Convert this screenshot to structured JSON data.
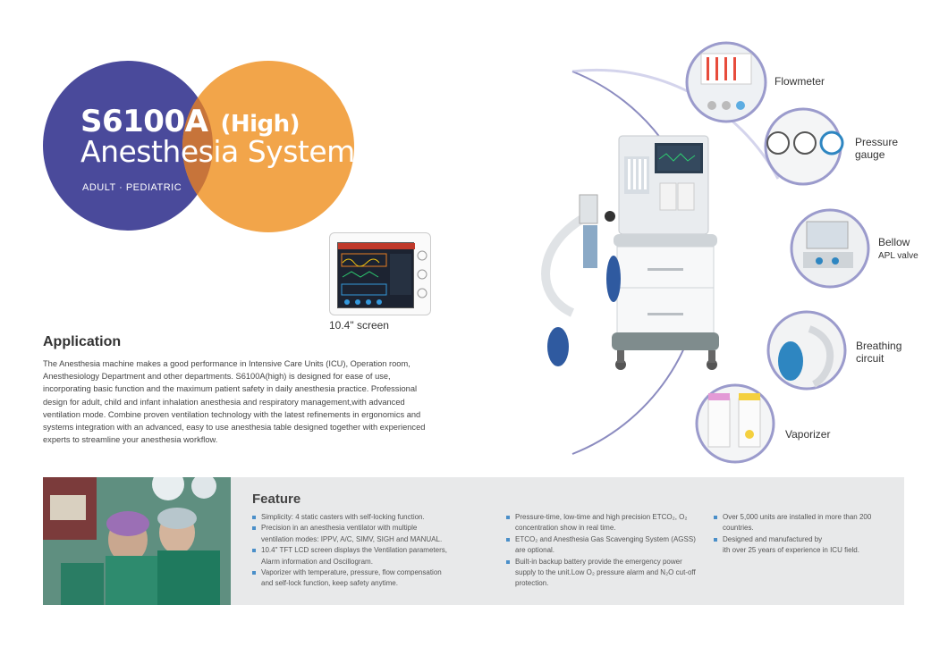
{
  "hero": {
    "model": "S6100A",
    "variant": "(High)",
    "product": "Anesthesia System",
    "subtitle": "ADULT · PEDIATRIC"
  },
  "screen": {
    "caption": "10.4\" screen"
  },
  "application": {
    "heading": "Application",
    "body": "The Anesthesia machine makes a good performance in Intensive Care Units (ICU), Operation room, Anesthesiology Department and other departments. S6100A(high) is designed for ease of use, incorporating basic function and the maximum patient safety in daily anesthesia practice. Professional design for adult, child and infant inhalation anesthesia and respiratory management,with advanced ventilation mode. Combine proven ventilation technology with the latest refinements in ergonomics and systems integration with an advanced, easy to use anesthesia table designed together with experienced experts to streamline your anesthesia workflow."
  },
  "components": {
    "flowmeter": "Flowmeter",
    "pressure_1": "Pressure",
    "pressure_2": "gauge",
    "bellow": "Bellow",
    "apl": "APL valve",
    "breathing_1": "Breathing",
    "breathing_2": "circuit",
    "vaporizer": "Vaporizer"
  },
  "feature": {
    "heading": "Feature",
    "col1": [
      {
        "l1": "Simplicity: 4 static casters with self-locking function.",
        "l2": ""
      },
      {
        "l1": "Precision in an anesthesia ventilator with multiple",
        "l2": "ventilation modes: IPPV, A/C, SIMV, SIGH and MANUAL."
      },
      {
        "l1": "10.4\" TFT LCD screen displays the Ventilation parameters,",
        "l2": "Alarm information and Oscillogram."
      },
      {
        "l1": "Vaporizer with temperature, pressure, flow compensation",
        "l2": "and self-lock function, keep safety anytime."
      }
    ],
    "col2": [
      {
        "l1": "Pressure-time, low-time  and high precision ETCO₂, O₂",
        "l2": "concentration show in real time."
      },
      {
        "l1": "ETCO₂ and Anesthesia Gas Scavenging System (AGSS)",
        "l2": "are optional."
      },
      {
        "l1": "Built-in backup battery provide the emergency power",
        "l2": "supply to the unit.Low O₂ pressure alarm and N₂O cut-off protection."
      }
    ],
    "col3": [
      {
        "l1": "Over 5,000 units are installed in more than 200",
        "l2": "countries."
      },
      {
        "l1": "Designed and manufactured by",
        "l2": "ith over 25 years of experience in ICU field."
      }
    ]
  },
  "colors": {
    "blue": "#4a4a9b",
    "orange": "#f2a54a",
    "band": "#e8e9ea",
    "bullet": "#4a8fc9"
  }
}
